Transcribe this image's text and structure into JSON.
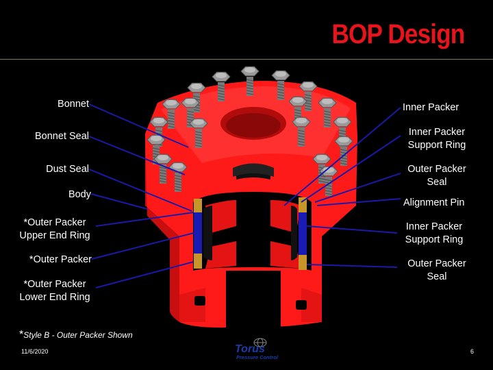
{
  "slide": {
    "title": "BOP Design",
    "footnote_star": "*",
    "footnote": "Style B - Outer Packer Shown",
    "date": "11/6/2020",
    "page_number": "6",
    "logo_brand": "Torus",
    "logo_sub": "Pressure Control"
  },
  "labels_left": [
    {
      "text": "Bonnet"
    },
    {
      "text": "Bonnet Seal"
    },
    {
      "text": "Dust Seal"
    },
    {
      "text": "Body"
    },
    {
      "text": "*Outer Packer\nUpper End Ring"
    },
    {
      "text": "*Outer Packer"
    },
    {
      "text": "*Outer Packer\nLower End Ring"
    }
  ],
  "labels_right": [
    {
      "text": "Inner Packer"
    },
    {
      "text": "Inner Packer\nSupport Ring"
    },
    {
      "text": "Outer Packer\nSeal"
    },
    {
      "text": "Alignment Pin"
    },
    {
      "text": "Inner Packer\nSupport Ring"
    },
    {
      "text": "Outer Packer\nSeal"
    }
  ],
  "colors": {
    "title": "#e8141b",
    "body_red": "#ff1a1a",
    "leader_line": "#1a1aa8",
    "bolt_gray": "#8c8c8c",
    "packer_blue": "#1a1ab4",
    "ring_gold": "#c89628",
    "background": "#000000"
  }
}
